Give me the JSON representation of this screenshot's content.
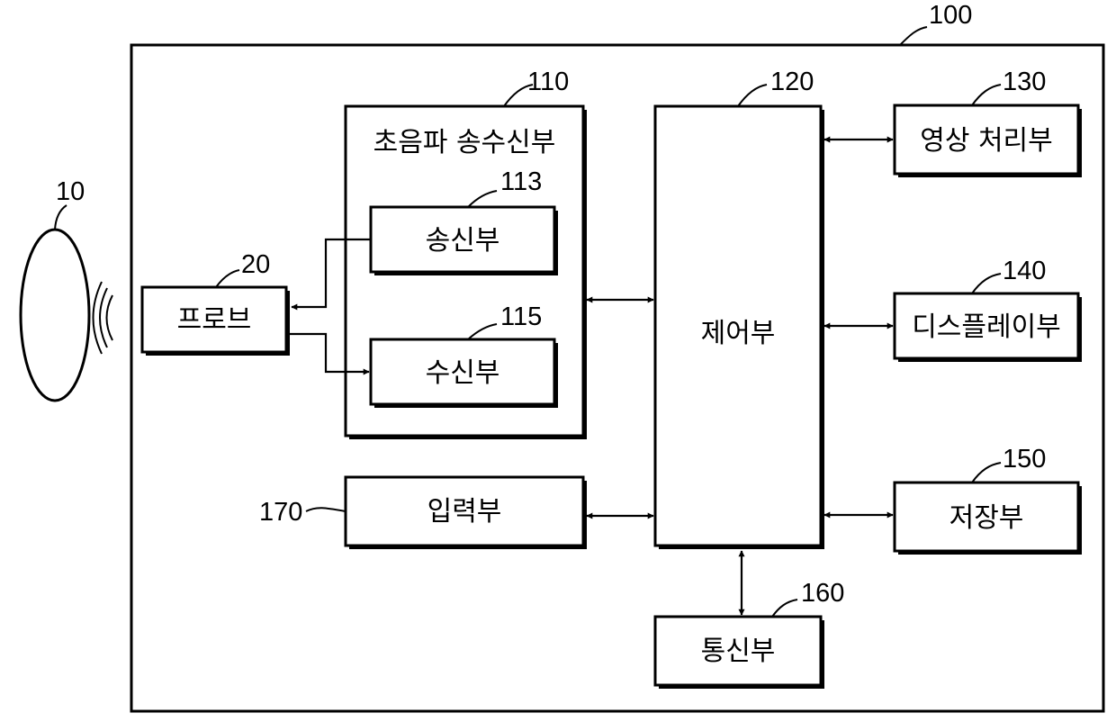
{
  "refs": {
    "system": "100",
    "transceiver": "110",
    "controller": "120",
    "image_processor": "130",
    "display": "140",
    "storage": "150",
    "communicator": "160",
    "input": "170",
    "transmitter": "113",
    "receiver": "115",
    "probe": "20",
    "object": "10"
  },
  "labels": {
    "transceiver": "초음파 송수신부",
    "transmitter": "송신부",
    "receiver": "수신부",
    "probe": "프로브",
    "controller": "제어부",
    "image_processor": "영상 처리부",
    "display": "디스플레이부",
    "storage": "저장부",
    "communicator": "통신부",
    "input": "입력부"
  }
}
